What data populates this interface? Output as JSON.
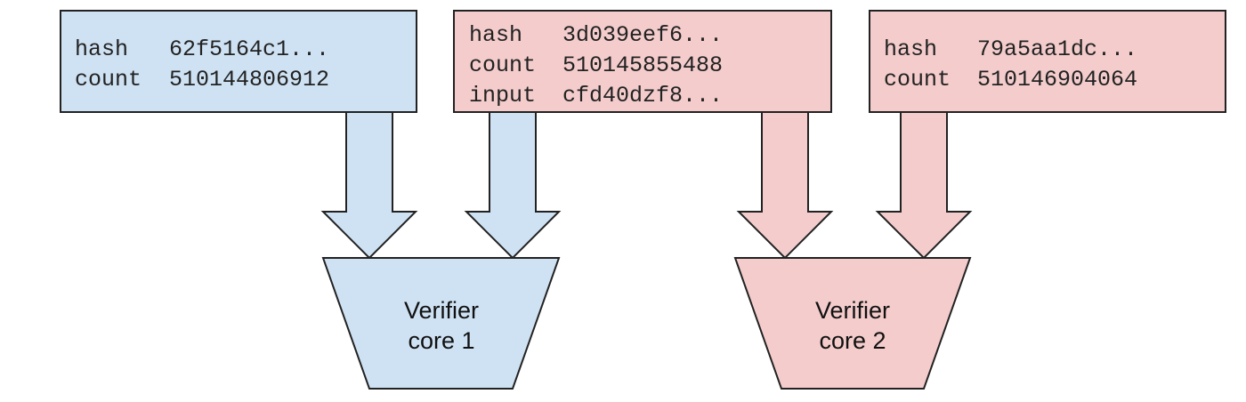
{
  "colors": {
    "blue_fill": "#cfe2f3",
    "pink_fill": "#f4cccc",
    "outline": "#222222"
  },
  "boxes": [
    {
      "fill": "blue",
      "lines": [
        {
          "key": "hash",
          "value": "62f5164c1..."
        },
        {
          "key": "count",
          "value": "510144806912"
        }
      ]
    },
    {
      "fill": "pink",
      "lines": [
        {
          "key": "hash",
          "value": "3d039eef6..."
        },
        {
          "key": "count",
          "value": "510145855488"
        },
        {
          "key": "input",
          "value": "cfd40dzf8..."
        }
      ]
    },
    {
      "fill": "pink",
      "lines": [
        {
          "key": "hash",
          "value": "79a5aa1dc..."
        },
        {
          "key": "count",
          "value": "510146904064"
        }
      ]
    }
  ],
  "arrows": [
    {
      "from_box": 0,
      "to_core": 0,
      "fill": "blue"
    },
    {
      "from_box": 1,
      "to_core": 0,
      "fill": "blue"
    },
    {
      "from_box": 1,
      "to_core": 1,
      "fill": "pink"
    },
    {
      "from_box": 2,
      "to_core": 1,
      "fill": "pink"
    }
  ],
  "cores": [
    {
      "line1": "Verifier",
      "line2": "core 1",
      "fill": "blue"
    },
    {
      "line1": "Verifier",
      "line2": "core 2",
      "fill": "pink"
    }
  ]
}
